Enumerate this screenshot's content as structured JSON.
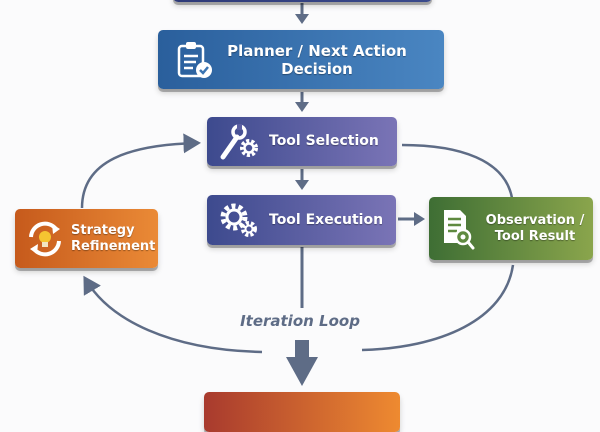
{
  "diagram": {
    "nodes": {
      "planner": {
        "label": "Planner / Next Action Decision",
        "icon": "clipboard-check-icon",
        "color": "#3a74b2"
      },
      "tool_selection": {
        "label": "Tool Selection",
        "icon": "wrench-gear-icon",
        "color": "#5a5ea2"
      },
      "tool_execution": {
        "label": "Tool Execution",
        "icon": "gears-icon",
        "color": "#5a5ea2"
      },
      "observation": {
        "label": "Observation / Tool Result",
        "icon": "document-search-icon",
        "color": "#5f8a40"
      },
      "strategy": {
        "label": "Strategy Refinement",
        "icon": "refresh-lightbulb-icon",
        "color": "#d8702a"
      }
    },
    "loop_label": "Iteration Loop",
    "connector_color": "#5e6c86"
  }
}
